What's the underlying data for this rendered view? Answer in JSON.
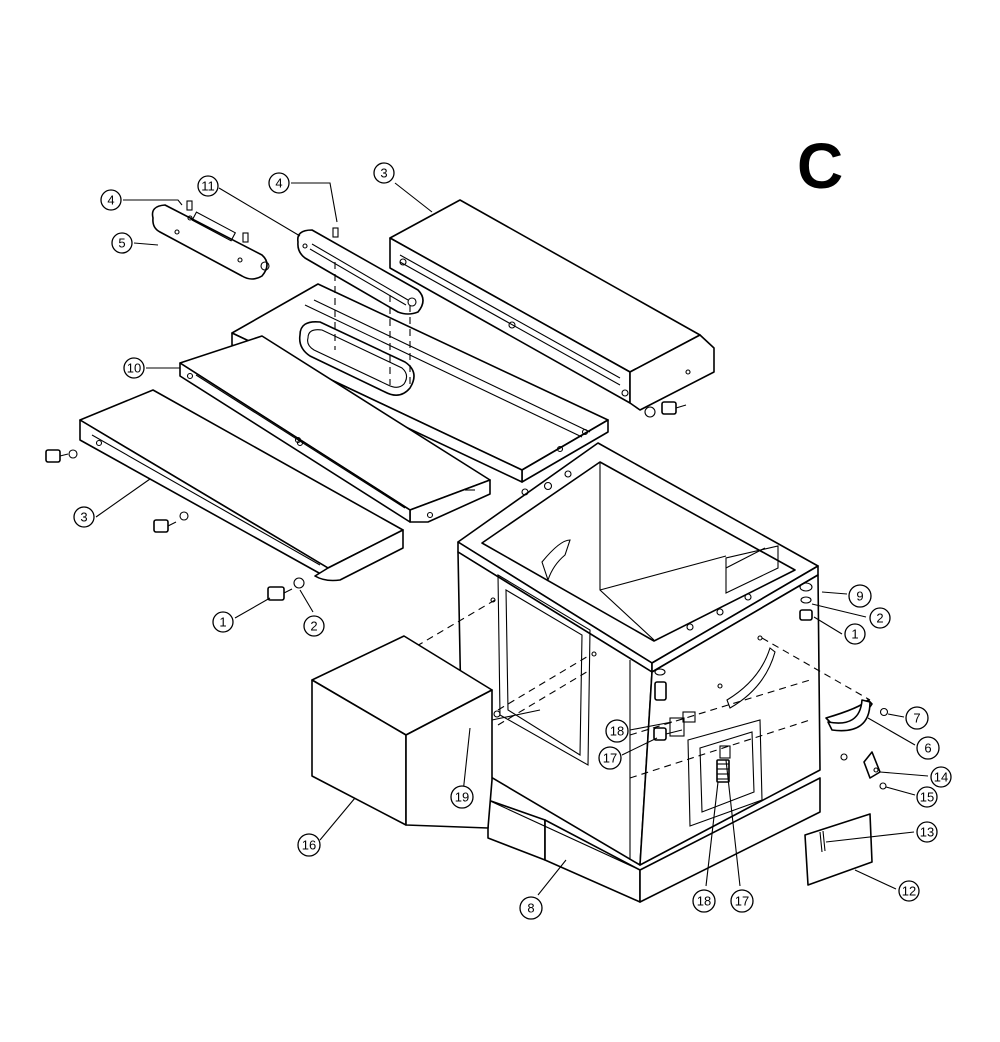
{
  "sheet_letter": "C",
  "callouts": [
    {
      "id": "c-1a",
      "label": "1"
    },
    {
      "id": "c-1b",
      "label": "1"
    },
    {
      "id": "c-2a",
      "label": "2"
    },
    {
      "id": "c-2b",
      "label": "2"
    },
    {
      "id": "c-3a",
      "label": "3"
    },
    {
      "id": "c-3b",
      "label": "3"
    },
    {
      "id": "c-4a",
      "label": "4"
    },
    {
      "id": "c-4b",
      "label": "4"
    },
    {
      "id": "c-5",
      "label": "5"
    },
    {
      "id": "c-6",
      "label": "6"
    },
    {
      "id": "c-7",
      "label": "7"
    },
    {
      "id": "c-8",
      "label": "8"
    },
    {
      "id": "c-9",
      "label": "9"
    },
    {
      "id": "c-10",
      "label": "10"
    },
    {
      "id": "c-11",
      "label": "11"
    },
    {
      "id": "c-12",
      "label": "12"
    },
    {
      "id": "c-13",
      "label": "13"
    },
    {
      "id": "c-14",
      "label": "14"
    },
    {
      "id": "c-15",
      "label": "15"
    },
    {
      "id": "c-16",
      "label": "16"
    },
    {
      "id": "c-17a",
      "label": "17"
    },
    {
      "id": "c-17b",
      "label": "17"
    },
    {
      "id": "c-18a",
      "label": "18"
    },
    {
      "id": "c-18b",
      "label": "18"
    },
    {
      "id": "c-19",
      "label": "19"
    }
  ]
}
